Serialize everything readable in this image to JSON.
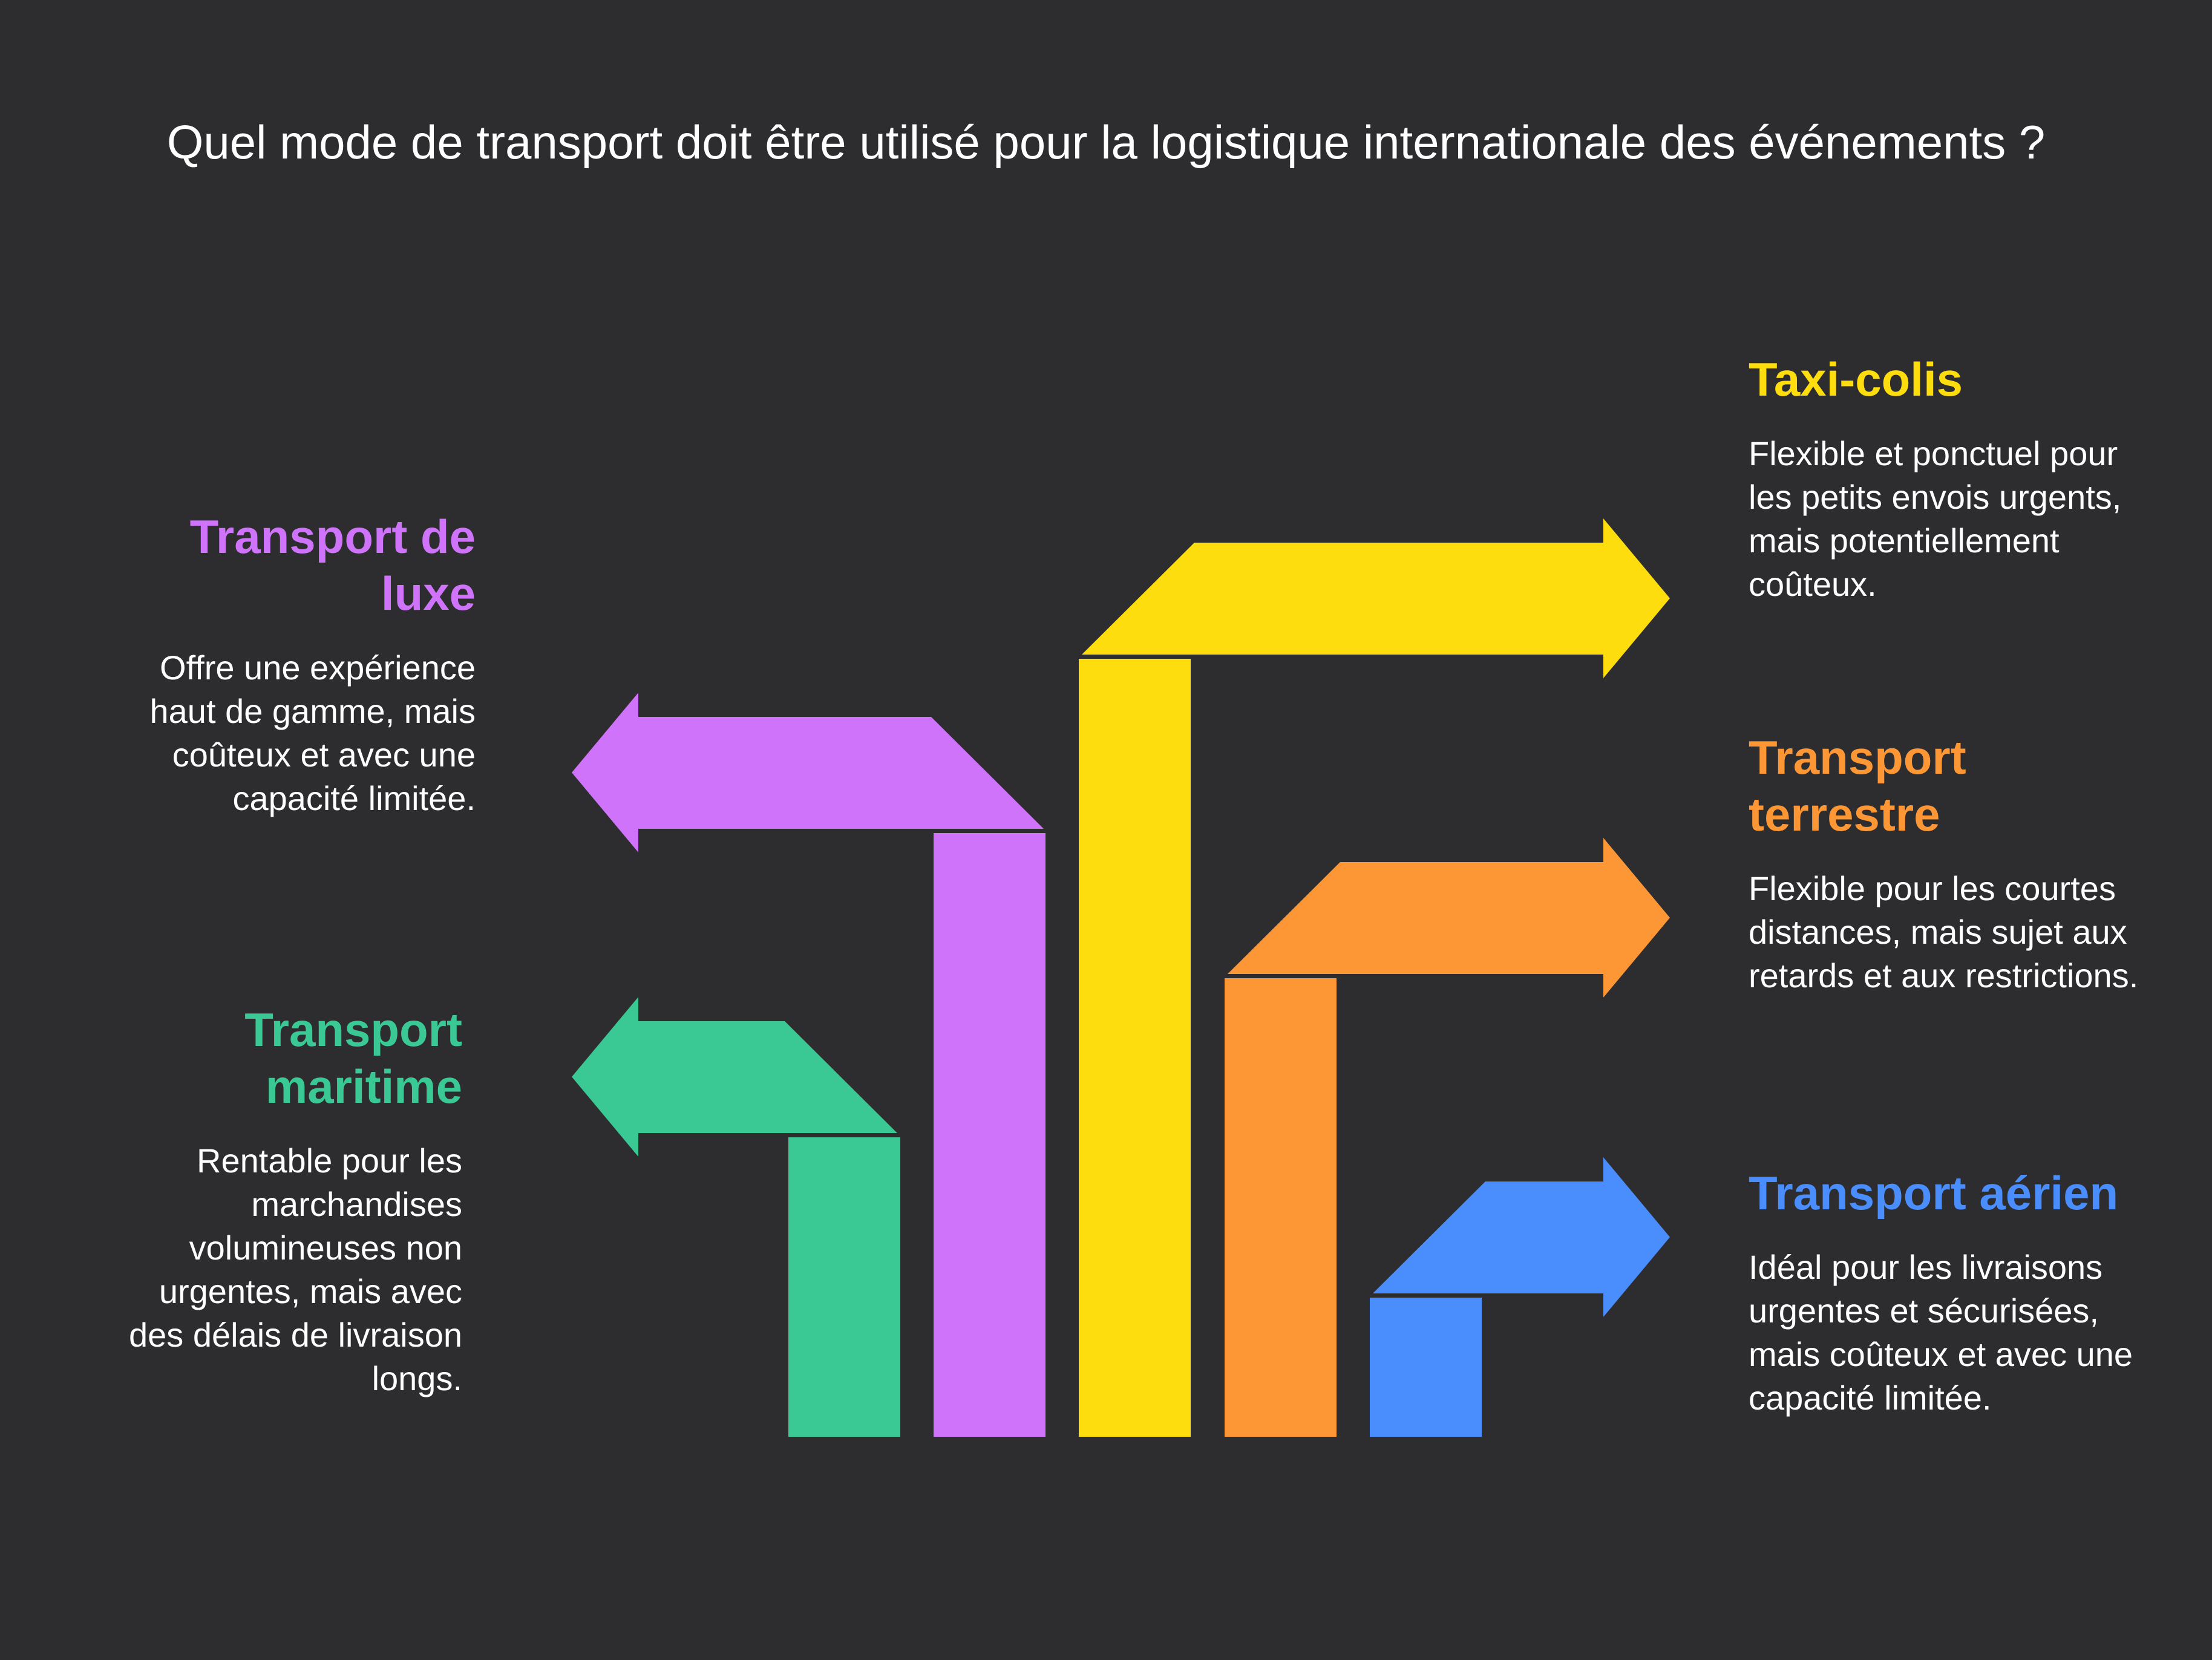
{
  "title": "Quel mode de transport doit être utilisé pour la logistique internationale des événements ?",
  "options": {
    "luxe": {
      "title": "Transport de luxe",
      "description": "Offre une expérience haut de gamme, mais coûteux et avec une capacité limitée.",
      "color": "#cf74fa",
      "direction": "left"
    },
    "maritime": {
      "title": "Transport maritime",
      "description": "Rentable pour les marchandises volumineuses non urgentes, mais avec des délais de livraison longs.",
      "color": "#3ac994",
      "direction": "left"
    },
    "taxi": {
      "title": "Taxi-colis",
      "description": "Flexible et ponctuel pour les petits envois urgents, mais potentiellement coûteux.",
      "color": "#fedd0e",
      "direction": "right"
    },
    "terrestre": {
      "title": "Transport terrestre",
      "description": "Flexible pour les courtes distances, mais sujet aux retards et aux restrictions.",
      "color": "#fd9735",
      "direction": "right"
    },
    "aerien": {
      "title": "Transport aérien",
      "description": "Idéal pour les livraisons urgentes et sécurisées, mais coûteux et avec une capacité limitée.",
      "color": "#4a8efd",
      "direction": "right"
    }
  }
}
